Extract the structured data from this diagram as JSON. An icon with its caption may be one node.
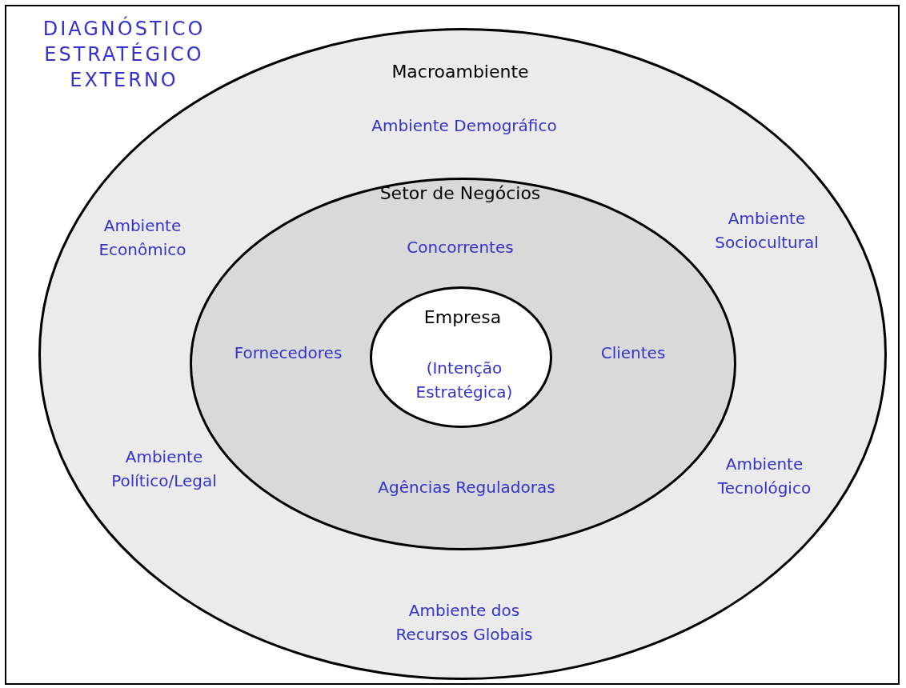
{
  "diagram": {
    "title": "DIAGNÓSTICO ESTRATÉGICO EXTERNO",
    "nodes": [
      {
        "text": [
          "Macroambiente",
          "Ambiente Demográfico",
          "Ambiente Econômico",
          "Ambiente Sociocultural",
          "Ambiente Político/Legal",
          "Ambiente Tecnológico",
          "Ambiente dos Recursos Globais"
        ]
      },
      {
        "text": [
          "Setor de Negócios",
          "Concorrentes",
          "Fornecedores",
          "Clientes",
          "Agências Reguladoras"
        ],
        "in": 0
      },
      {
        "text": [
          "Empresa",
          "(Intenção Estratégica)"
        ],
        "in": 1
      }
    ],
    "edges": []
  }
}
